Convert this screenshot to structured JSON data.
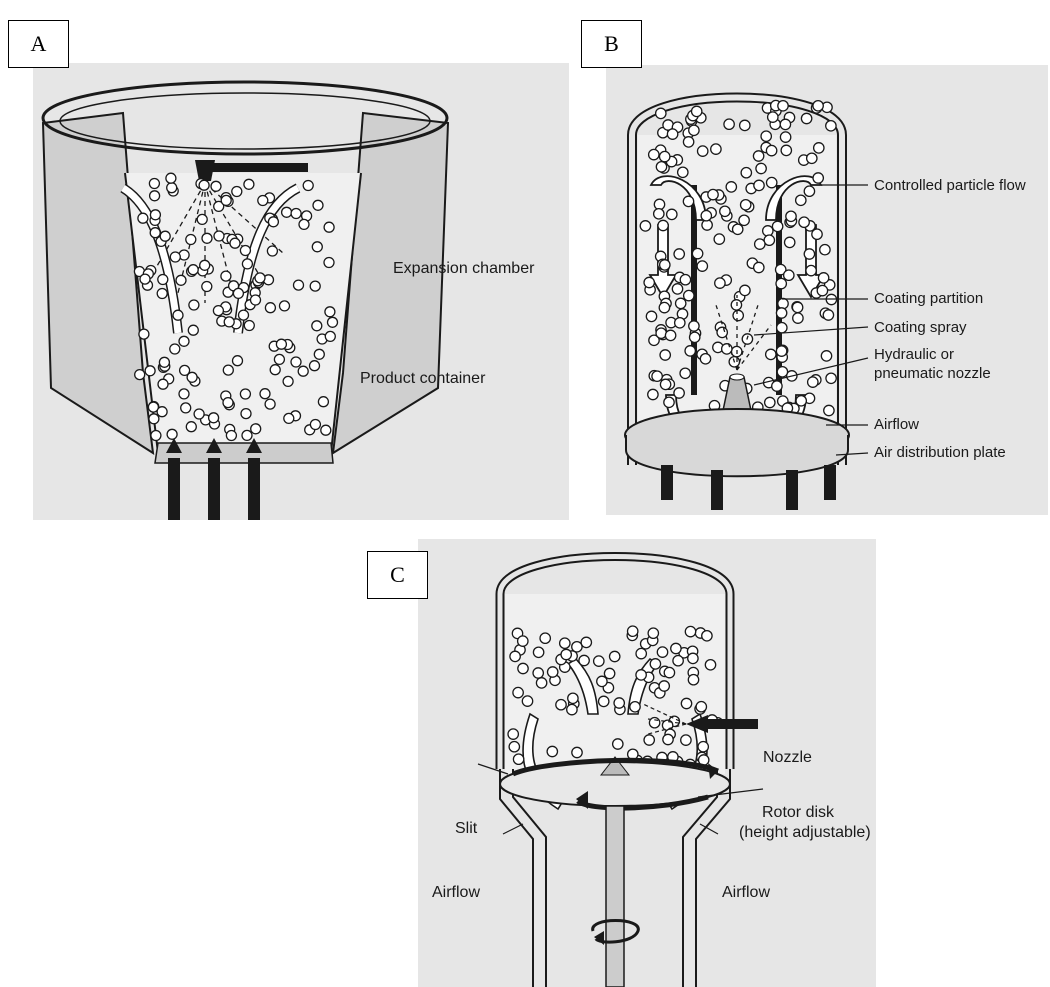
{
  "panels": [
    {
      "tag": "A",
      "labels": {
        "expansion_chamber": "Expansion chamber",
        "product_container": "Product container"
      }
    },
    {
      "tag": "B",
      "labels": {
        "controlled_particle_flow": "Controlled particle flow",
        "coating_partition": "Coating partition",
        "coating_spray": "Coating spray",
        "nozzle_line1": "Hydraulic or",
        "nozzle_line2": "pneumatic nozzle",
        "airflow": "Airflow",
        "air_distribution_plate": "Air distribution plate"
      }
    },
    {
      "tag": "C",
      "labels": {
        "nozzle": "Nozzle",
        "slit": "Slit",
        "rotor_disk_line1": "Rotor disk",
        "rotor_disk_line2": "(height adjustable)",
        "airflow_left": "Airflow",
        "airflow_right": "Airflow"
      }
    }
  ],
  "colors": {
    "paper": "#e6e6e6",
    "ink": "#1a1a1a",
    "wall_fill": "#cfcfcf"
  }
}
